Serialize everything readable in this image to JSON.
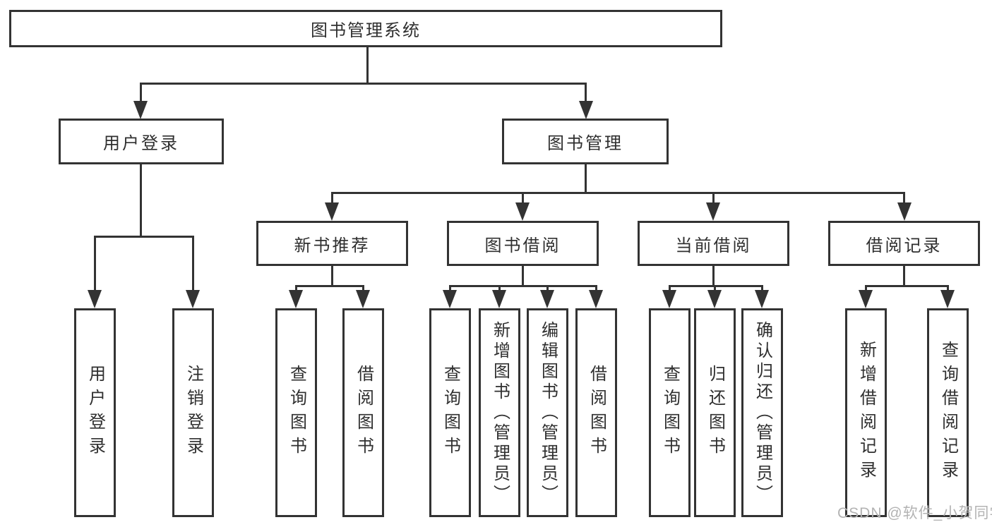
{
  "diagram": {
    "root": "图书管理系统",
    "level2": {
      "user_login": "用户登录",
      "book_management": "图书管理"
    },
    "level3": {
      "new_books": "新书推荐",
      "book_borrow": "图书借阅",
      "current_borrow": "当前借阅",
      "borrow_records": "借阅记录"
    },
    "leaves": {
      "user_login": [
        "用户登录",
        "注销登录"
      ],
      "new_books": [
        "查询图书",
        "借阅图书"
      ],
      "book_borrow": [
        "查询图书",
        "新增图书（管理员）",
        "编辑图书（管理员）",
        "借阅图书"
      ],
      "current_borrow": [
        "查询图书",
        "归还图书",
        "确认归还（管理员）"
      ],
      "borrow_records": [
        "新增借阅记录",
        "查询借阅记录"
      ]
    }
  },
  "watermark": "CSDN @软件_小贺同学",
  "colors": {
    "line": "#333333",
    "text": "#2f2f2f",
    "box_background": "#ffffff",
    "watermark": "#b3b3b3",
    "page_background": "#ffffff"
  }
}
